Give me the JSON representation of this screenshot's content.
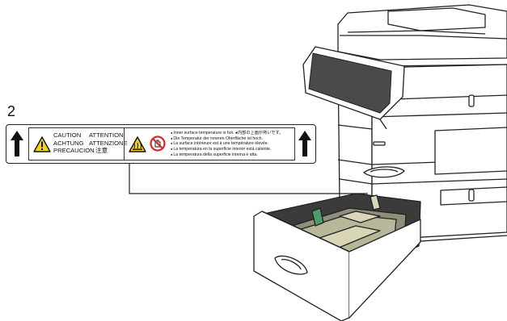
{
  "callout_number": "2",
  "label": {
    "caution_words": {
      "row1": [
        "CAUTION",
        "ATTENTION"
      ],
      "row2": [
        "ACHTUNG",
        "ATTENZIONE"
      ],
      "row3": [
        "PRECAUCIÓN",
        "注意"
      ]
    },
    "notes": [
      "Inner surface temperature is hot.  ●内部の上面が熱いです。",
      "Die Temperatur der inneren Oberfläche ist hoch.",
      "La surface intérieure est à une température élevée.",
      "La temperatura en la superficie interior está caliente.",
      "La temperatura della superficie interna è alta."
    ]
  },
  "colors": {
    "warning_yellow": "#f2d21a",
    "prohibit_red": "#d9262b",
    "outline": "#222222",
    "drawer_dark": "#3b3b3b",
    "tray_inner": "#b9b79a",
    "guide_green": "#4c9c6c"
  },
  "icons": [
    "up-arrow-icon",
    "warning-triangle-icon",
    "hot-surface-icon",
    "no-touch-icon"
  ]
}
